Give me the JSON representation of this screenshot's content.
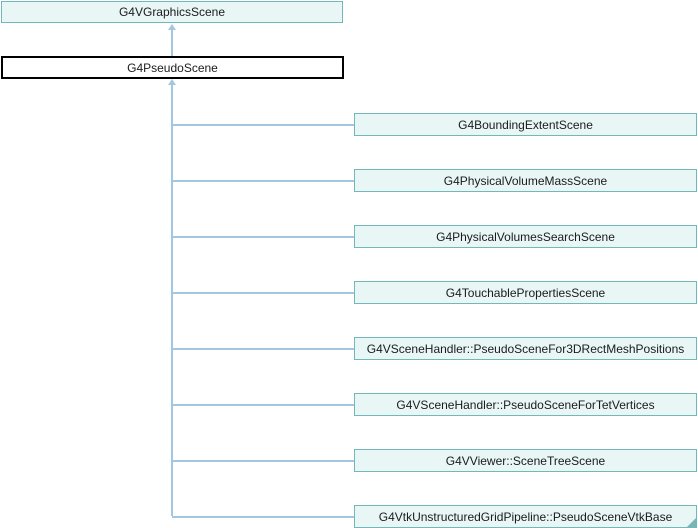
{
  "diagram": {
    "root": {
      "label": "G4VGraphicsScene"
    },
    "current": {
      "label": "G4PseudoScene"
    },
    "derived": [
      {
        "label": "G4BoundingExtentScene"
      },
      {
        "label": "G4PhysicalVolumeMassScene"
      },
      {
        "label": "G4PhysicalVolumesSearchScene"
      },
      {
        "label": "G4TouchablePropertiesScene"
      },
      {
        "label": "G4VSceneHandler::PseudoSceneFor3DRectMeshPositions"
      },
      {
        "label": "G4VSceneHandler::PseudoSceneForTetVertices"
      },
      {
        "label": "G4VViewer::SceneTreeScene"
      },
      {
        "label": "G4VtkUnstructuredGridPipeline::PseudoSceneVtkBase",
        "has_more_derived": true
      }
    ],
    "colors": {
      "node_border": "#72b8b8",
      "node_fill": "#e9f6f6",
      "current_border": "#000000",
      "current_fill": "#ffffff",
      "edge": "#a3c7e0",
      "text": "#1b1b1b",
      "more_marker": "#7ab4b4",
      "canvas_bg": "#ffffff"
    }
  }
}
